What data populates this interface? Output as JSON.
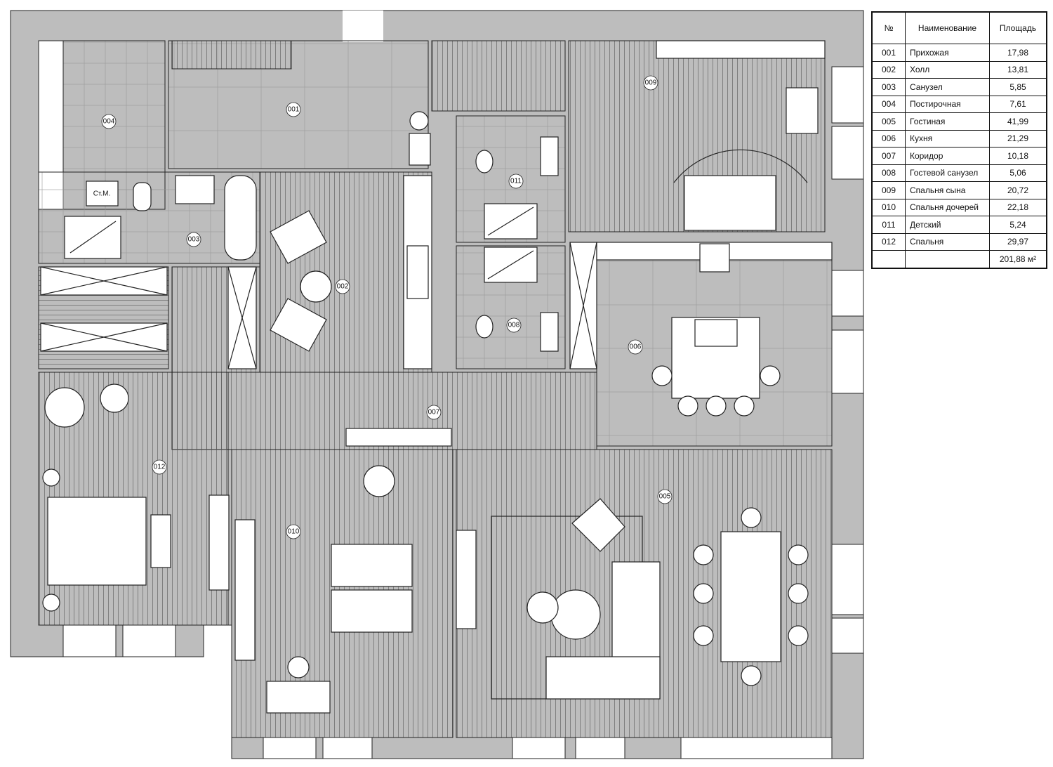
{
  "plan": {
    "rooms": [
      {
        "id": "001"
      },
      {
        "id": "002"
      },
      {
        "id": "003"
      },
      {
        "id": "004"
      },
      {
        "id": "005"
      },
      {
        "id": "006"
      },
      {
        "id": "007"
      },
      {
        "id": "008"
      },
      {
        "id": "009"
      },
      {
        "id": "010"
      },
      {
        "id": "011"
      },
      {
        "id": "012"
      }
    ],
    "closet_label": "Ст.М.",
    "colors": {
      "wall": "#bdbdbd",
      "line": "#222222",
      "floor": "#ffffff"
    }
  },
  "legend": {
    "headers": {
      "num": "№",
      "name": "Наименование",
      "area": "Площадь"
    },
    "rows": [
      {
        "num": "001",
        "name": "Прихожая",
        "area": "17,98"
      },
      {
        "num": "002",
        "name": "Холл",
        "area": "13,81"
      },
      {
        "num": "003",
        "name": "Санузел",
        "area": "5,85"
      },
      {
        "num": "004",
        "name": "Постирочная",
        "area": "7,61"
      },
      {
        "num": "005",
        "name": "Гостиная",
        "area": "41,99"
      },
      {
        "num": "006",
        "name": "Кухня",
        "area": "21,29"
      },
      {
        "num": "007",
        "name": "Коридор",
        "area": "10,18"
      },
      {
        "num": "008",
        "name": "Гостевой санузел",
        "area": "5,06"
      },
      {
        "num": "009",
        "name": "Спальня сына",
        "area": "20,72"
      },
      {
        "num": "010",
        "name": "Спальня дочерей",
        "area": "22,18"
      },
      {
        "num": "011",
        "name": "Детский",
        "area": "5,24"
      },
      {
        "num": "012",
        "name": "Спальня",
        "area": "29,97"
      }
    ],
    "total": "201,88 м²"
  }
}
